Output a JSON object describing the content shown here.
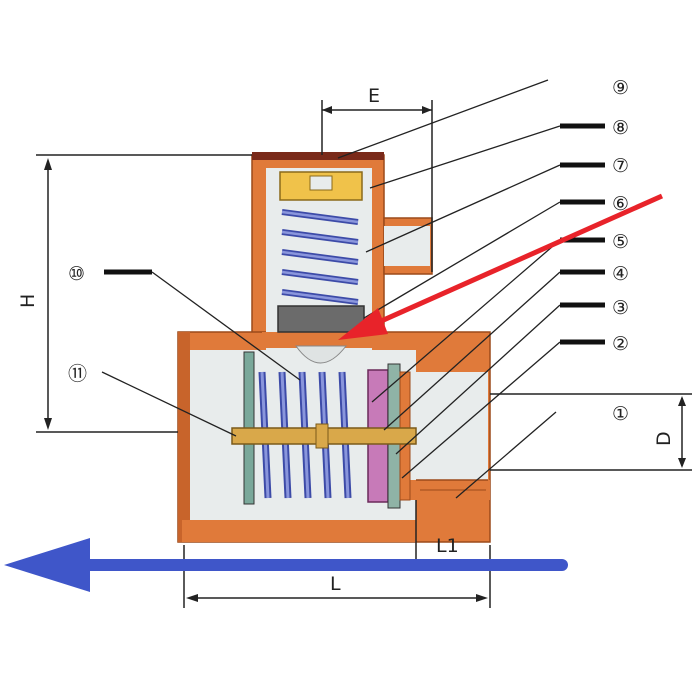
{
  "diagram": {
    "dimensions": {
      "E": "E",
      "H": "H",
      "D": "D",
      "L": "L",
      "L1": "L1"
    },
    "parts": {
      "p1": "①",
      "p2": "②",
      "p3": "③",
      "p4": "④",
      "p5": "⑤",
      "p6": "⑥",
      "p7": "⑦",
      "p8": "⑧",
      "p9": "⑨",
      "p10": "⑩",
      "p11": "⑪"
    },
    "colors": {
      "body": "#e07a3a",
      "body_dark": "#b55a22",
      "cavity": "#e8ecec",
      "spring": "#6c79c8",
      "cap": "#f0c24a",
      "disc": "#c77ab8",
      "stem": "#d9a84a",
      "red_arrow": "#e8232a",
      "blue_arrow": "#3f56c9"
    }
  }
}
